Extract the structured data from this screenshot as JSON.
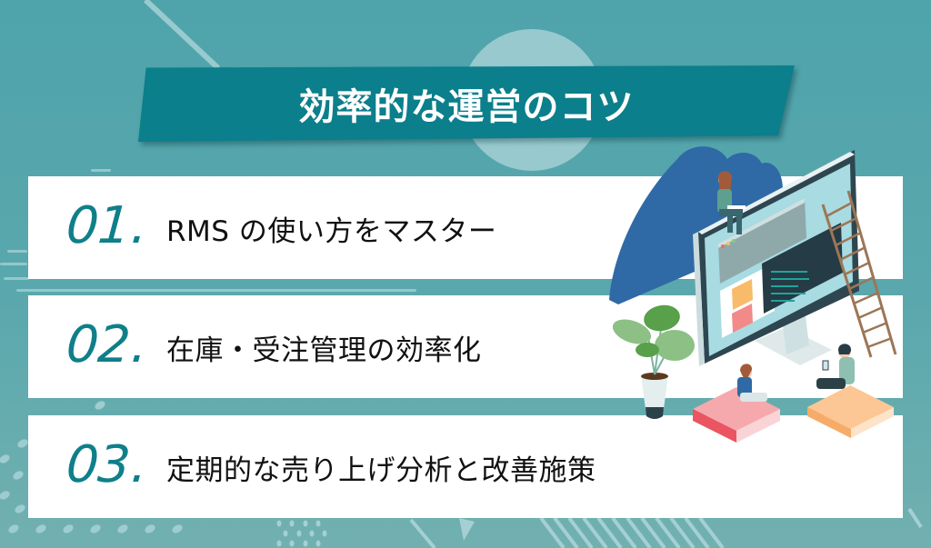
{
  "title": "効率的な運営のコツ",
  "items": [
    {
      "number": "01",
      "separator": ".",
      "text": "RMS の使い方をマスター"
    },
    {
      "number": "02",
      "separator": ".",
      "text": "在庫・受注管理の効率化"
    },
    {
      "number": "03",
      "separator": ".",
      "text": "定期的な売り上げ分析と改善施策"
    }
  ],
  "colors": {
    "background": "#52a4ab",
    "banner": "#0b7f8b",
    "number": "#0f7f8a",
    "card": "#ffffff",
    "text": "#111111"
  },
  "illustration": {
    "description": "isometric monitor with cloud, ladder, plant and seated people",
    "icons": [
      "cloud-icon",
      "monitor-icon",
      "ladder-icon",
      "plant-icon",
      "person-icon"
    ]
  }
}
